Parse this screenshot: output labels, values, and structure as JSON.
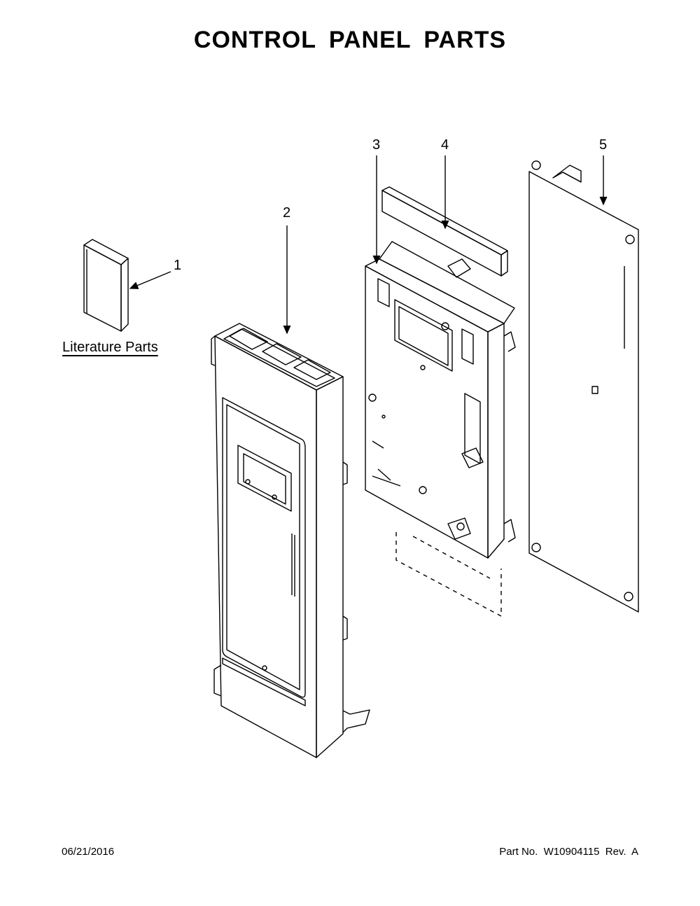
{
  "title": "CONTROL PANEL PARTS",
  "callouts": {
    "part1": "1",
    "part2": "2",
    "part3": "3",
    "part4": "4",
    "part5": "5"
  },
  "literature_label": "Literature Parts",
  "footer": {
    "date": "06/21/2016",
    "part_number": "Part No.  W10904115  Rev.  A"
  }
}
